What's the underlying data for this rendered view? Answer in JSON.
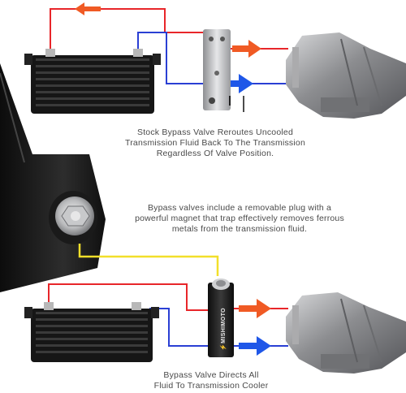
{
  "captions": {
    "top": {
      "lines": [
        "Stock Bypass Valve Reroutes Uncooled",
        "Transmission Fluid Back To The Transmission",
        "Regardless Of Valve Position."
      ]
    },
    "middle": {
      "lines": [
        "Bypass valves include a removable plug with a",
        "powerful magnet that trap effectively removes ferrous",
        "metals from the transmission fluid."
      ]
    },
    "bottom": {
      "lines": [
        "Bypass Valve Directs All",
        "Fluid To Transmission Cooler"
      ]
    }
  },
  "valve_brand_text": "⚡MISHIMOTO",
  "colors": {
    "hot_line": "#e8262a",
    "cool_line": "#2a3fd4",
    "hot_arrow": "#f05a24",
    "cool_arrow": "#1f57e8",
    "magnet_line": "#f2df2a",
    "cooler_body": "#161616",
    "valve_stock": "#cfd0d2",
    "valve_bypass": "#1b1b1b",
    "caption_text": "#4a4a4a"
  },
  "icons": {
    "flow_arrow": "arrow-right",
    "return_arrow": "arrow-left"
  }
}
